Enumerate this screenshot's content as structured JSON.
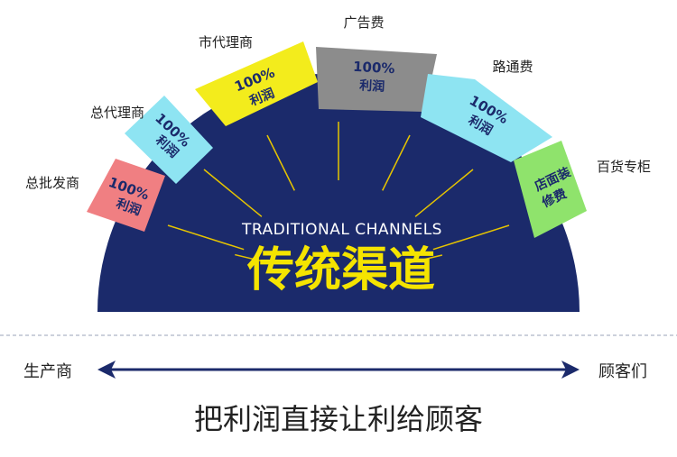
{
  "diagram": {
    "subtitle": "TRADITIONAL CHANNELS",
    "title": "传统渠道",
    "colors": {
      "dome": "#1b2a6b",
      "rays": "#e6c400",
      "title": "#f5e400",
      "subtitle": "#ffffff",
      "arrow": "#1b2a6b"
    },
    "tabs": [
      {
        "label": "总批发商",
        "badge": [
          "100%",
          "利润"
        ],
        "color": "#f07f82"
      },
      {
        "label": "总代理商",
        "badge": [
          "100%",
          "利润"
        ],
        "color": "#8ee4f2"
      },
      {
        "label": "市代理商",
        "badge": [
          "100%",
          "利润"
        ],
        "color": "#f3ec1c"
      },
      {
        "label": "广告费",
        "badge": [
          "100%",
          "利润"
        ],
        "color": "#8c8c8c"
      },
      {
        "label": "路通费",
        "badge": [
          "100%",
          "利润"
        ],
        "color": "#8ee4f2"
      },
      {
        "label": "百货专柜",
        "badge": [
          "店面装",
          "修费"
        ],
        "color": "#8fe36c"
      }
    ]
  },
  "bottom": {
    "left_label": "生产商",
    "right_label": "顾客们",
    "tagline": "把利润直接让利给顾客"
  }
}
